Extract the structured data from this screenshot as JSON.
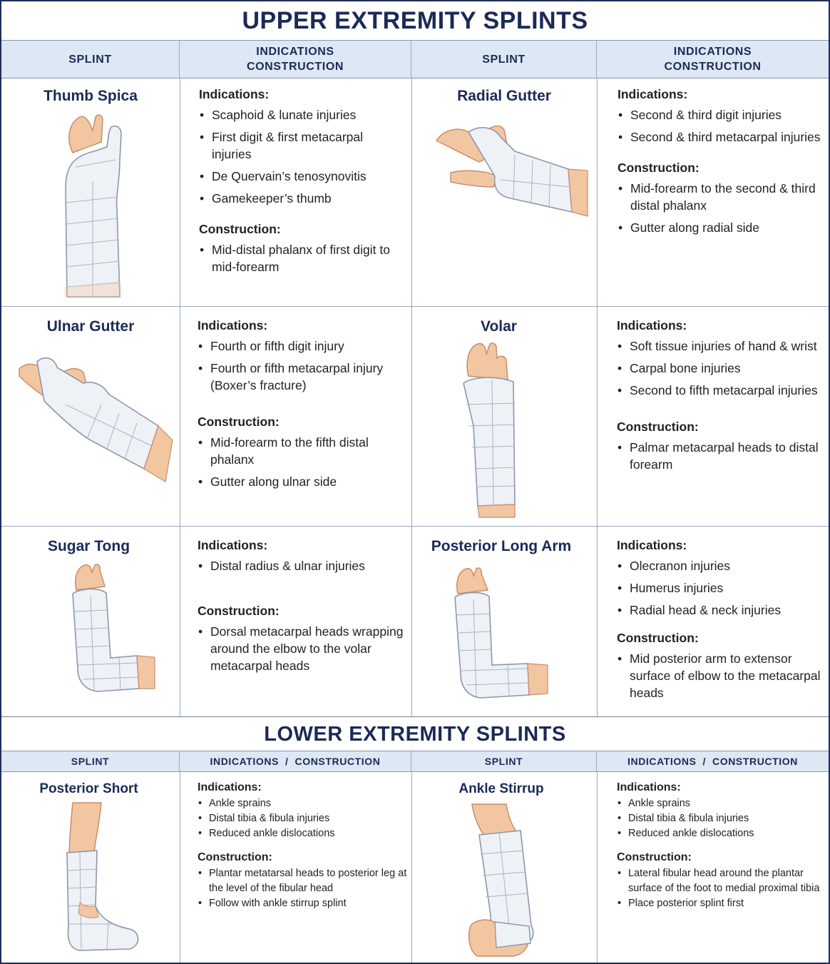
{
  "upper": {
    "title": "UPPER EXTREMITY SPLINTS",
    "headers": {
      "splint": "SPLINT",
      "indications_construction": "INDICATIONS\nCONSTRUCTION"
    },
    "rows": [
      {
        "left": {
          "name": "Thumb Spica",
          "indications_label": "Indications:",
          "indications": [
            "Scaphoid & lunate injuries",
            "First digit & first metacarpal injuries",
            "De Quervain’s tenosynovitis",
            "Gamekeeper’s thumb"
          ],
          "construction_label": "Construction:",
          "construction": [
            "Mid-distal phalanx of first digit to mid-forearm"
          ]
        },
        "right": {
          "name": "Radial Gutter",
          "indications_label": "Indications:",
          "indications": [
            "Second & third digit injuries",
            "Second & third metacarpal injuries"
          ],
          "construction_label": "Construction:",
          "construction": [
            "Mid-forearm to the second & third distal phalanx",
            "Gutter along radial side"
          ]
        }
      },
      {
        "left": {
          "name": "Ulnar Gutter",
          "indications_label": "Indications:",
          "indications": [
            "Fourth or fifth digit injury",
            "Fourth or fifth metacarpal injury (Boxer’s fracture)"
          ],
          "construction_label": "Construction:",
          "construction": [
            "Mid-forearm to the fifth distal phalanx",
            "Gutter along ulnar side"
          ]
        },
        "right": {
          "name": "Volar",
          "indications_label": "Indications:",
          "indications": [
            "Soft tissue injuries of hand & wrist",
            "Carpal bone injuries",
            "Second to fifth metacarpal injuries"
          ],
          "construction_label": "Construction:",
          "construction": [
            "Palmar metacarpal heads to distal forearm"
          ]
        }
      },
      {
        "left": {
          "name": "Sugar Tong",
          "indications_label": "Indications:",
          "indications": [
            "Distal radius & ulnar injuries"
          ],
          "construction_label": "Construction:",
          "construction": [
            "Dorsal metacarpal heads wrapping around the elbow to the volar metacarpal heads"
          ]
        },
        "right": {
          "name": "Posterior Long Arm",
          "indications_label": "Indications:",
          "indications": [
            "Olecranon injuries",
            "Humerus injuries",
            "Radial head & neck injuries"
          ],
          "construction_label": "Construction:",
          "construction": [
            "Mid posterior arm to extensor surface of elbow to the metacarpal heads"
          ]
        }
      }
    ]
  },
  "lower": {
    "title": "LOWER EXTREMITY SPLINTS",
    "headers": {
      "splint": "SPLINT",
      "indications_construction": "INDICATIONS  /  CONSTRUCTION"
    },
    "row": {
      "left": {
        "name": "Posterior Short",
        "indications_label": "Indications:",
        "indications": [
          "Ankle sprains",
          "Distal tibia & fibula injuries",
          "Reduced ankle dislocations"
        ],
        "construction_label": "Construction:",
        "construction": [
          "Plantar metatarsal heads to posterior leg at the level of the fibular head",
          "Follow with ankle stirrup splint"
        ]
      },
      "right": {
        "name": "Ankle Stirrup",
        "indications_label": "Indications:",
        "indications": [
          "Ankle sprains",
          "Distal tibia & fibula injuries",
          "Reduced ankle dislocations"
        ],
        "construction_label": "Construction:",
        "construction": [
          "Lateral fibular head around the plantar surface of the foot to medial proximal tibia",
          "Place posterior splint first"
        ]
      }
    }
  },
  "colors": {
    "navy": "#1b2a57",
    "header_bg": "#dce8f4",
    "splint_fill": "#eef1f6",
    "skin": "#f3c6a2"
  },
  "icons": [
    "thumb-spica-arm-icon",
    "radial-gutter-hand-icon",
    "ulnar-gutter-hand-icon",
    "volar-arm-icon",
    "sugar-tong-arm-icon",
    "posterior-long-arm-icon",
    "posterior-short-leg-icon",
    "ankle-stirrup-leg-icon"
  ]
}
